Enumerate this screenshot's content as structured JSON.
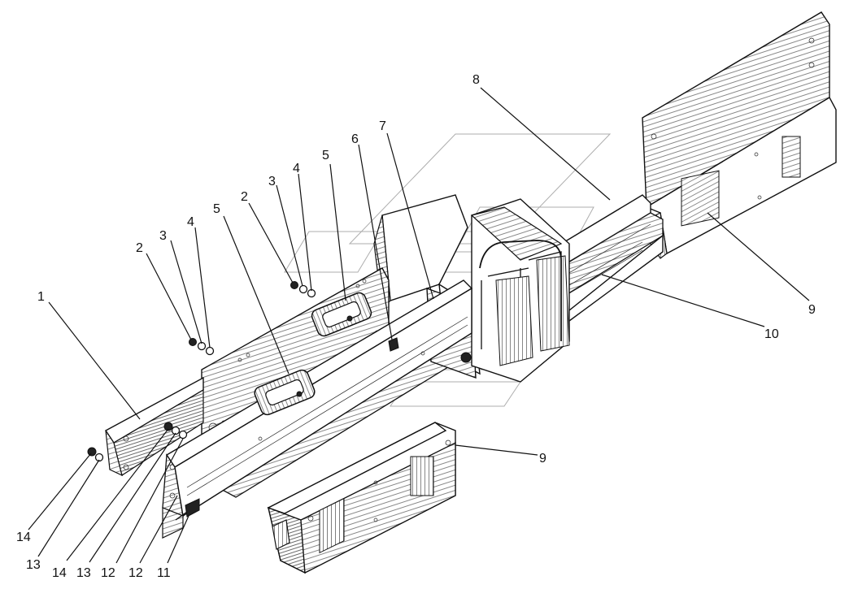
{
  "callouts": [
    {
      "id": "c1",
      "text": "1"
    },
    {
      "id": "c2a",
      "text": "2"
    },
    {
      "id": "c3a",
      "text": "3"
    },
    {
      "id": "c4a",
      "text": "4"
    },
    {
      "id": "c5a",
      "text": "5"
    },
    {
      "id": "c2b",
      "text": "2"
    },
    {
      "id": "c3b",
      "text": "3"
    },
    {
      "id": "c4b",
      "text": "4"
    },
    {
      "id": "c5b",
      "text": "5"
    },
    {
      "id": "c6",
      "text": "6"
    },
    {
      "id": "c7",
      "text": "7"
    },
    {
      "id": "c8",
      "text": "8"
    },
    {
      "id": "c9a",
      "text": "9"
    },
    {
      "id": "c10",
      "text": "10"
    },
    {
      "id": "c9b",
      "text": "9"
    },
    {
      "id": "c14a",
      "text": "14"
    },
    {
      "id": "c13a",
      "text": "13"
    },
    {
      "id": "c14b",
      "text": "14"
    },
    {
      "id": "c13b",
      "text": "13"
    },
    {
      "id": "c12a",
      "text": "12"
    },
    {
      "id": "c12b",
      "text": "12"
    },
    {
      "id": "c11",
      "text": "11"
    }
  ]
}
